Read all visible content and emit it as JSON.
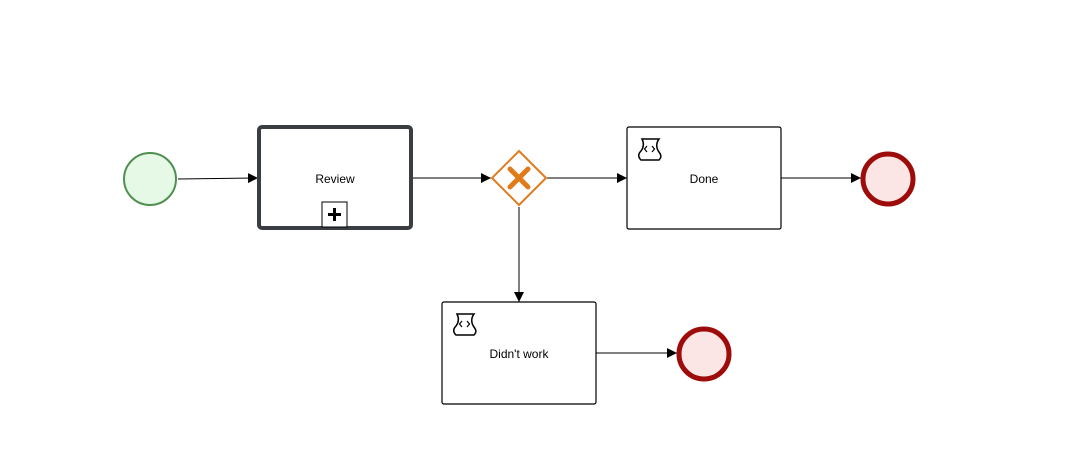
{
  "diagram": {
    "tasks": {
      "review": {
        "label": "Review"
      },
      "done": {
        "label": "Done"
      },
      "didnt_work": {
        "label": "Didn't work"
      }
    },
    "colors": {
      "start_fill": "#e6f8e6",
      "start_stroke": "#4f8f4f",
      "end_fill": "#fbe5e5",
      "end_stroke": "#9e0b0b",
      "gateway_fill": "#ffffff",
      "gateway_stroke": "#e07b1c",
      "gateway_marker": "#e07b1c",
      "task_stroke": "#000000",
      "subprocess_stroke": "#3a3e42",
      "connector": "#000000"
    },
    "icons": {
      "gateway_marker": "x-icon",
      "script_task": "script-icon",
      "subprocess_marker": "plus-icon"
    }
  }
}
